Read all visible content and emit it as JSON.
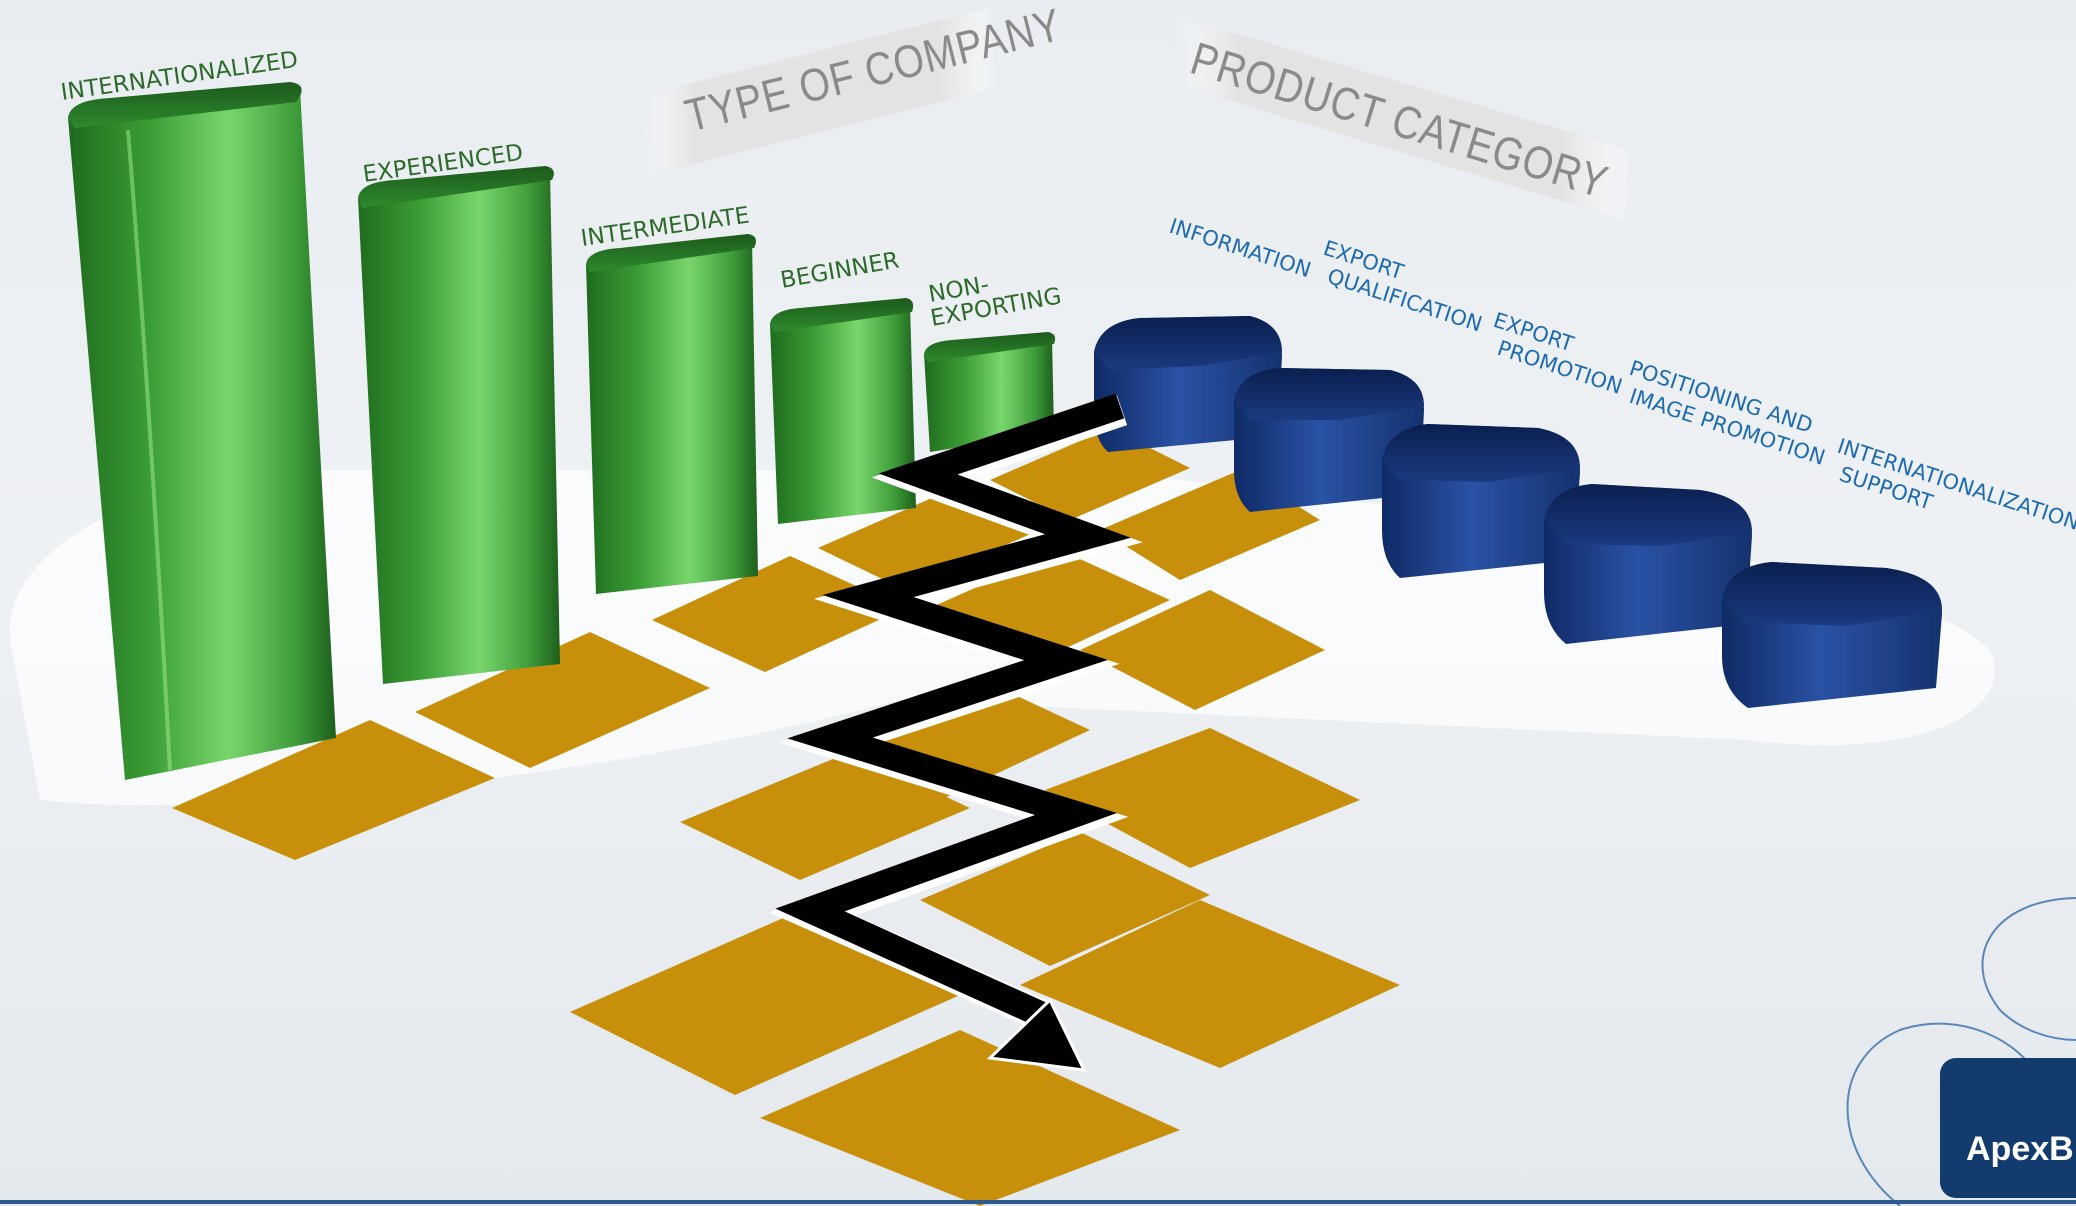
{
  "headers": {
    "company": "TYPE OF COMPANY",
    "product": "PRODUCT CATEGORY"
  },
  "company_types": [
    {
      "label": "INTERNATIONALIZED",
      "level": 5
    },
    {
      "label": "EXPERIENCED",
      "level": 4
    },
    {
      "label": "INTERMEDIATE",
      "level": 3
    },
    {
      "label": "BEGINNER",
      "level": 2
    },
    {
      "label_line1": "NON-",
      "label_line2": "EXPORTING",
      "level": 1
    }
  ],
  "product_categories": [
    {
      "line1": "INFORMATION",
      "line2": ""
    },
    {
      "line1": "EXPORT",
      "line2": "QUALIFICATION"
    },
    {
      "line1": "EXPORT",
      "line2": "PROMOTION"
    },
    {
      "line1": "POSITIONING AND",
      "line2": "IMAGE PROMOTION"
    },
    {
      "line1": "INTERNATIONALIZATION",
      "line2": "SUPPORT"
    }
  ],
  "brand": {
    "name": "ApexBr"
  },
  "colors": {
    "green_bar": "#3fae3a",
    "blue_block": "#1d3f86",
    "gold_tile": "#c8900a",
    "path_arrow": "#000000",
    "label_green": "#2e6b2a",
    "label_blue": "#1f6bb0",
    "brand_box": "#123b6e"
  }
}
